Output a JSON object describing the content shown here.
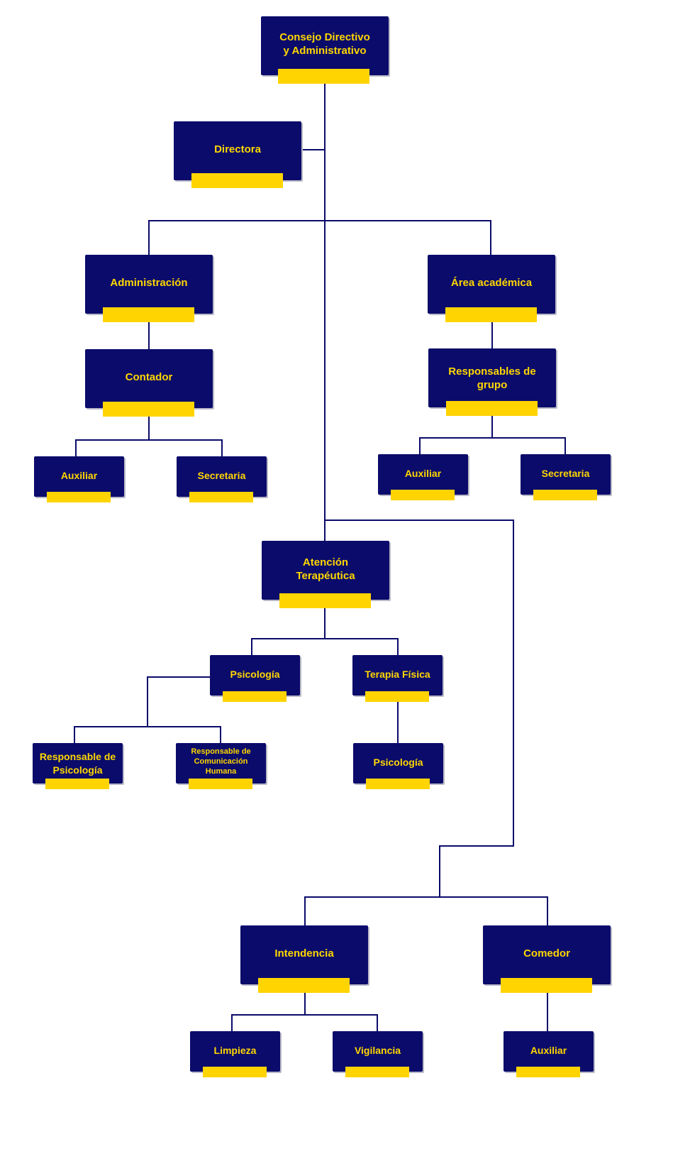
{
  "chart": {
    "line_color": "#0b0b6b",
    "box_color": "#0b0b6b",
    "text_color": "#ffd700",
    "bar_color": "#ffd400",
    "nodes": {
      "consejo": "Consejo Directivo\ny Administrativo",
      "directora": "Directora",
      "administracion": "Administración",
      "area_academica": "Área académica",
      "contador": "Contador",
      "responsables_grupo": "Responsables de\ngrupo",
      "auxiliar_admin": "Auxiliar",
      "secretaria_admin": "Secretaria",
      "auxiliar_acad": "Auxiliar",
      "secretaria_acad": "Secretaria",
      "atencion_terapeutica": "Atención\nTerapéutica",
      "psicologia": "Psicología",
      "terapia_fisica": "Terapia Física",
      "responsable_psicologia": "Responsable de\nPsicología",
      "responsable_comunicacion": "Responsable de\nComunicación\nHumana",
      "psicologia_tf": "Psicología",
      "intendencia": "Intendencia",
      "comedor": "Comedor",
      "limpieza": "Limpieza",
      "vigilancia": "Vigilancia",
      "auxiliar_comedor": "Auxiliar"
    }
  }
}
